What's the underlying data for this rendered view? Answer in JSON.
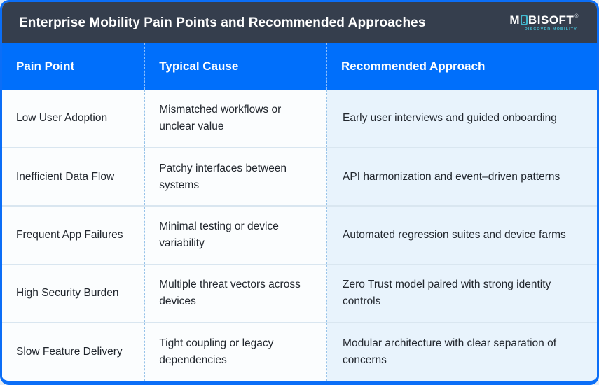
{
  "banner": {
    "title": "Enterprise Mobility Pain Points and Recommended Approaches",
    "logo": {
      "prefix": "M",
      "suffix": "BISOFT",
      "reg_mark": "®",
      "tagline": "DISCOVER MOBILITY"
    }
  },
  "table": {
    "columns": [
      "Pain Point",
      "Typical Cause",
      "Recommended Approach"
    ],
    "rows": [
      {
        "pain_point": "Low User Adoption",
        "typical_cause": "Mismatched workflows or unclear value",
        "recommended_approach": "Early user interviews and guided onboarding"
      },
      {
        "pain_point": "Inefficient Data Flow",
        "typical_cause": "Patchy interfaces between systems",
        "recommended_approach": "API harmonization and event–driven patterns"
      },
      {
        "pain_point": "Frequent App Failures",
        "typical_cause": "Minimal testing or device variability",
        "recommended_approach": "Automated regression suites and device farms"
      },
      {
        "pain_point": "High Security Burden",
        "typical_cause": "Multiple threat vectors across devices",
        "recommended_approach": "Zero Trust model paired with strong identity controls"
      },
      {
        "pain_point": "Slow Feature Delivery",
        "typical_cause": "Tight coupling or legacy dependencies",
        "recommended_approach": "Modular architecture with clear separation of concerns"
      }
    ]
  },
  "colors": {
    "border_blue": "#0b6ef7",
    "banner_dark": "#353e4d",
    "header_blue": "#006ffb",
    "approach_col_bg": "#e8f3fc",
    "row_bg": "#fbfdfe",
    "row_divider": "#d9e6f0",
    "logo_teal": "#43b9cf",
    "body_text": "#21262d"
  }
}
